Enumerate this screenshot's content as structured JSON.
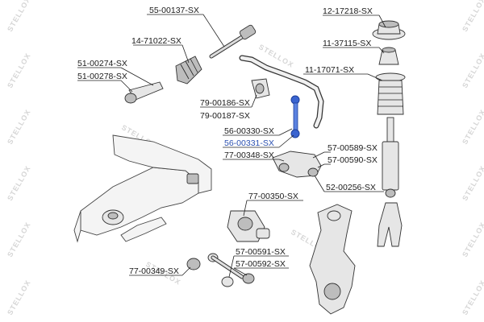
{
  "watermark": "STELLOX",
  "labels": {
    "l1": "55-00137-SX",
    "l2": "14-71022-SX",
    "l3": "51-00274-SX",
    "l4": "51-00278-SX",
    "l5": "79-00186-SX",
    "l6": "79-00187-SX",
    "l7": "56-00330-SX",
    "l8": "56-00331-SX",
    "l9": "77-00348-SX",
    "l10": "77-00350-SX",
    "l11": "12-17218-SX",
    "l12": "11-37115-SX",
    "l13": "11-17071-SX",
    "l14": "57-00589-SX",
    "l15": "57-00590-SX",
    "l16": "52-00256-SX",
    "l17": "57-00591-SX",
    "l18": "57-00592-SX",
    "l19": "77-00349-SX"
  },
  "colors": {
    "label_text": "#1a1a1a",
    "highlight_text": "#2a4fb0",
    "watermark": "#d6d6d6",
    "part_fill": "#e6e6e6",
    "part_dark": "#bdbdbd"
  }
}
